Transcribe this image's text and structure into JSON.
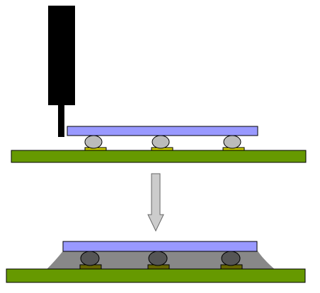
{
  "diagram": {
    "description_text": "",
    "colors": {
      "background": "#ffffff",
      "board": "#669900",
      "chip": "#9999ff",
      "ball_before": "#bbbbbb",
      "ball_after": "#555555",
      "pad": "#cccc00",
      "pad_after": "#666600",
      "dispenser": "#000000",
      "underfill": "#888888",
      "arrow_fill": "#cccccc",
      "arrow_stroke": "#666666",
      "outline": "#000000"
    },
    "steps": [
      {
        "name": "before-underfill",
        "solder_ball_count": 3,
        "has_dispenser": true,
        "has_underfill": false
      },
      {
        "name": "after-underfill",
        "solder_ball_count": 3,
        "has_dispenser": false,
        "has_underfill": true
      }
    ],
    "transition": {
      "icon": "down-arrow-icon"
    }
  }
}
